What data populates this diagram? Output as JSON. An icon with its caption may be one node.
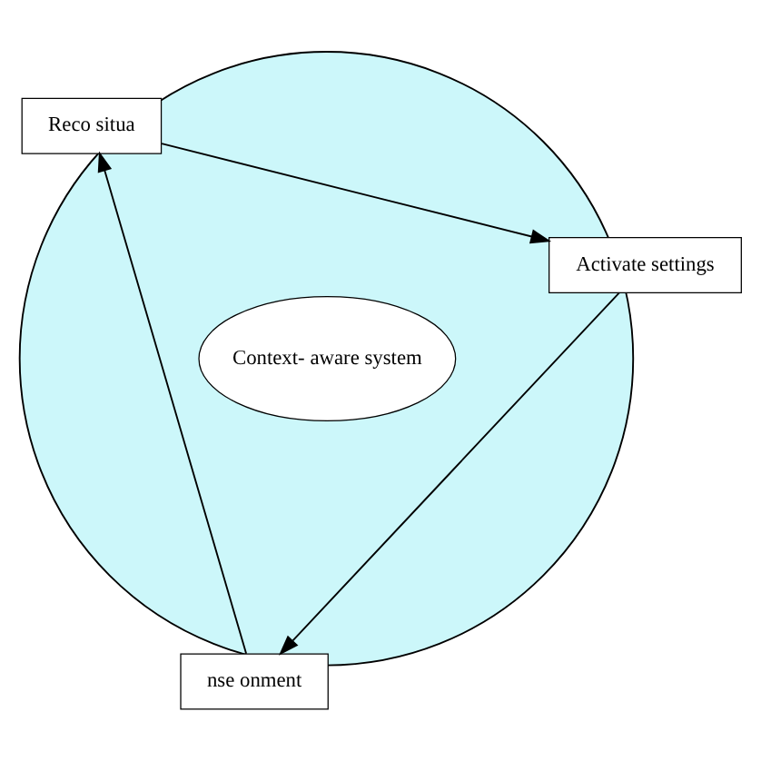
{
  "diagram": {
    "nodes": [
      {
        "text": [],
        "shape": "circle"
      },
      {
        "text": [
          "Context- aware system"
        ],
        "in": 0
      },
      {
        "text": [
          "nse onment"
        ]
      },
      {
        "text": [
          "Reco situa"
        ]
      },
      {
        "text": [
          "Activate settings"
        ]
      }
    ],
    "edges": [
      {
        "from": 2,
        "to": 3,
        "arrow": "to"
      },
      {
        "from": 3,
        "to": 4,
        "arrow": "to"
      },
      {
        "from": 4,
        "to": 2,
        "arrow": "to"
      }
    ]
  }
}
